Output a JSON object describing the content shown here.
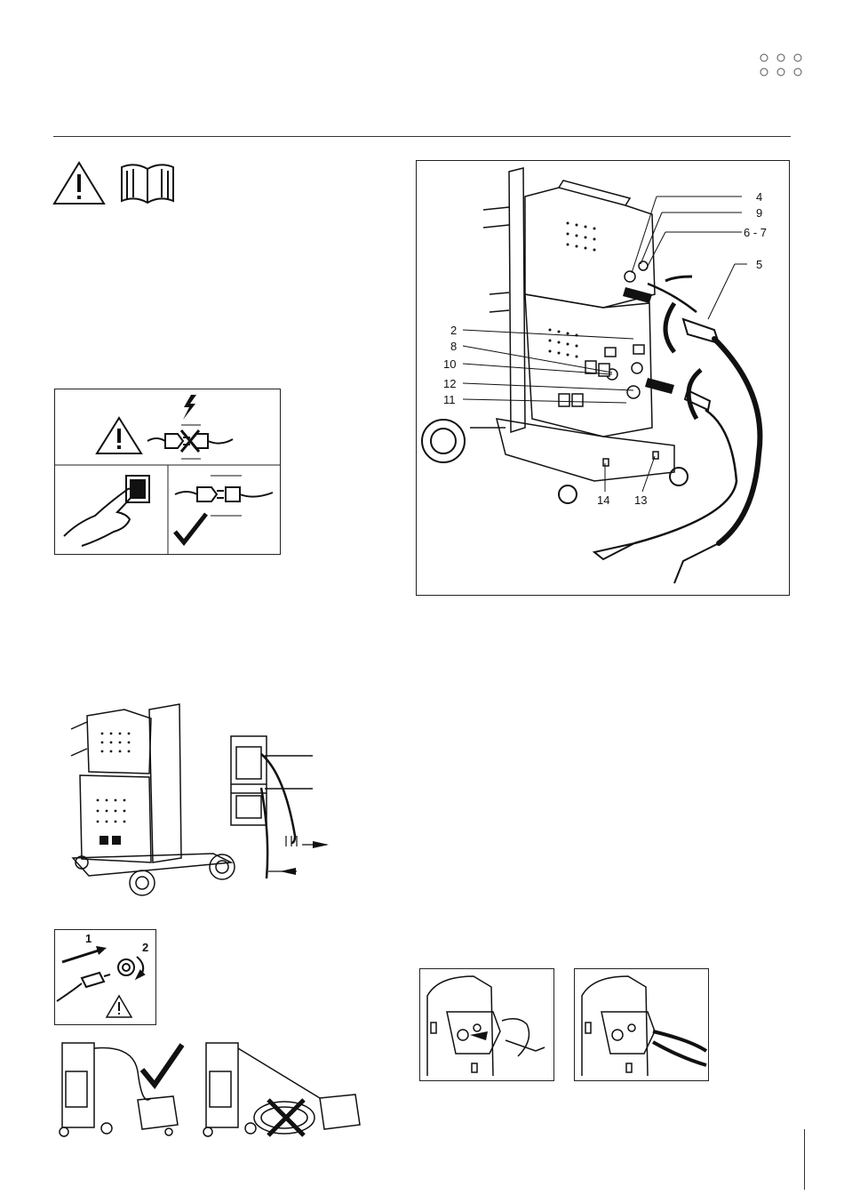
{
  "page": {
    "header_rule": true,
    "logo": "six-circle-dots-logo"
  },
  "top_icons": [
    "warning-triangle-icon",
    "open-manual-icon"
  ],
  "main_diagram": {
    "callouts": {
      "c4": "4",
      "c9": "9",
      "c6_7": "6 - 7",
      "c5": "5",
      "c2": "2",
      "c8": "8",
      "c10": "10",
      "c12": "12",
      "c11": "11",
      "c14": "14",
      "c13": "13"
    }
  },
  "mains_panel": {
    "icons": [
      "lightning-icon",
      "warning-triangle-icon",
      "plug-disconnect-crossed-icon",
      "hand-switch-icon",
      "plug-connect-icon",
      "checkmark-icon"
    ]
  },
  "connect_panel": {
    "step1": "1",
    "step2": "2"
  },
  "cable_panel": {
    "icons": [
      "checkmark-icon",
      "cross-icon"
    ]
  }
}
